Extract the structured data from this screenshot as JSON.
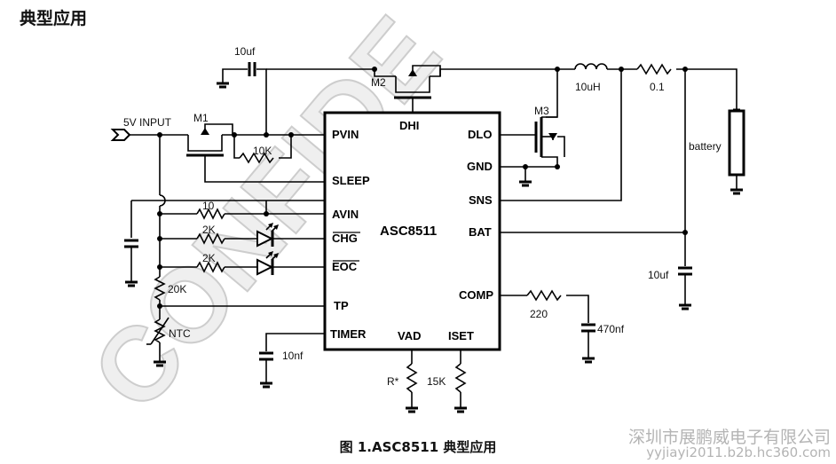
{
  "page_title": "典型应用",
  "caption": "图 1.ASC8511  典型应用",
  "watermark": {
    "diagonal": "CONFIDE",
    "company": "深圳市展鹏威电子有限公司",
    "url": "yyjiayi2011.b2b.hc360.com"
  },
  "chip": {
    "name": "ASC8511",
    "pins": {
      "pvin": "PVIN",
      "dhi": "DHI",
      "dlo": "DLO",
      "gnd": "GND",
      "sleep": "SLEEP",
      "sns": "SNS",
      "avin": "AVIN",
      "chg": "CHG",
      "bat": "BAT",
      "eoc": "EOC",
      "comp": "COMP",
      "tp": "TP",
      "timer": "TIMER",
      "vad": "VAD",
      "iset": "ISET"
    }
  },
  "labels": {
    "input": "5V INPUT",
    "m1": "M1",
    "m2": "M2",
    "m3": "M3",
    "c_boot": "10uf",
    "inductor": "10uH",
    "r_sense": "0.1",
    "battery": "battery",
    "r_sleep": "10K",
    "r_avin": "10",
    "r_chg": "2K",
    "r_eoc": "2K",
    "r_tp": "20K",
    "ntc": "NTC",
    "c_timer": "10nf",
    "r_vad": "R*",
    "r_iset": "15K",
    "r_comp": "220",
    "c_comp": "470nf",
    "c_bat": "10uf"
  }
}
